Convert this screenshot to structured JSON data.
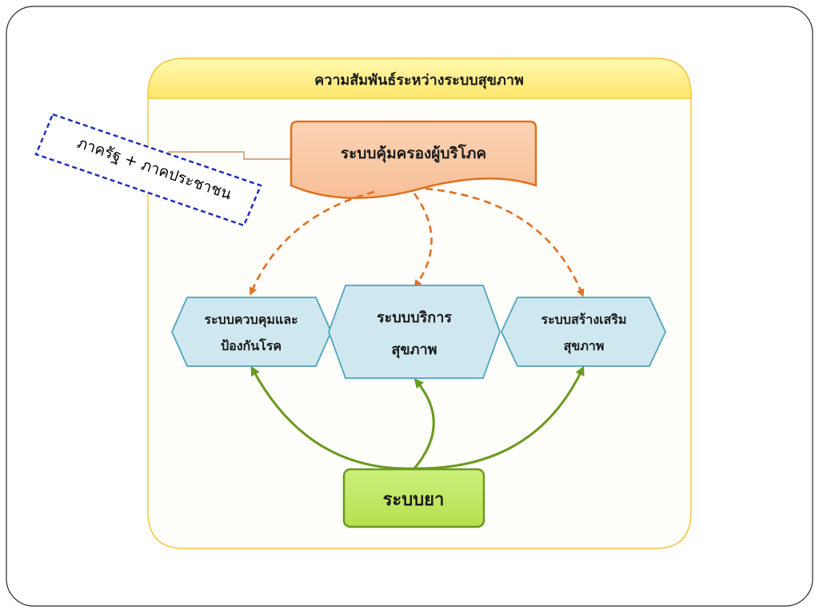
{
  "diagram": {
    "title": "ความสัมพันธ์ระหว่างระบบสุขภาพ",
    "callout": "ภาครัฐ + ภาคประชาชน",
    "nodes": {
      "consumer": "ระบบคุ้มครองผู้บริโภค",
      "disease_control": [
        "ระบบควบคุมและ",
        "ป้องกันโรค"
      ],
      "health_service": [
        "ระบบบริการ",
        "สุขภาพ"
      ],
      "health_promotion": [
        "ระบบสร้างเสริม",
        "สุขภาพ"
      ],
      "drug": "ระบบยา"
    },
    "colors": {
      "panel_border": "#f5c542",
      "title_band": "#fff3a0",
      "consumer_fill": "#f9c8a5",
      "consumer_border": "#e07020",
      "hex_fill": "#cfe8ef",
      "hex_border": "#4fa3bf",
      "drug_fill": "#c5e86c",
      "drug_border": "#6a9a1f",
      "dashed_arrow": "#e07020",
      "solid_arrow": "#6a9a1f",
      "callout_border": "#1f2fbf",
      "connector": "#c07a40"
    }
  }
}
